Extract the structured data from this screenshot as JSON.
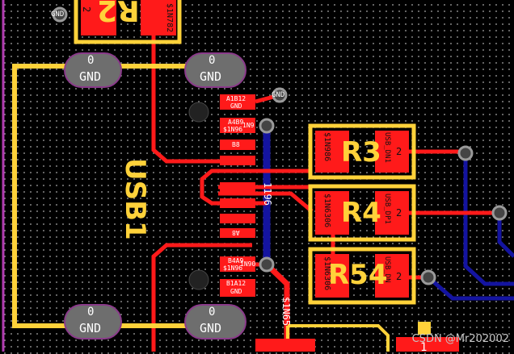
{
  "board": {
    "refdes": {
      "r2": "R2",
      "r3": "R3",
      "r4": "R4",
      "r54": "R54",
      "usb": "USB1"
    },
    "pins": {
      "one": "1",
      "two": "2",
      "zero": "0"
    },
    "nets": {
      "gnd": "GND",
      "n_1n782": "$1N782",
      "n_1n986": "$1N986",
      "n_1n6306": "$1N6306",
      "n_1n65": "$1N65",
      "n_1n96": "$1N96",
      "n_1n9": "1N9",
      "n_1n90": "1N90",
      "usb_dn1": "USB_DN1",
      "usb_dp1": "USB_DP1",
      "usb_dn": "USB_DN"
    },
    "usb_pins": {
      "a1b12": "A1B12",
      "a4b9": "A4B9",
      "b8": "B8",
      "a8": "A8",
      "b4a9": "B4A9",
      "b1a12": "B1A12",
      "n1196": "1196"
    }
  },
  "watermark": "CSDN @Mr202002",
  "colors": {
    "background": "#000000",
    "grid": "#8a8a8a",
    "copper_top": "#ff1a1a",
    "copper_bottom": "#1414a0",
    "silkscreen": "#ffd23a",
    "pad_shape": "#6e6e6e",
    "via_outline": "#9a9a9a",
    "label": "#ffffff"
  }
}
